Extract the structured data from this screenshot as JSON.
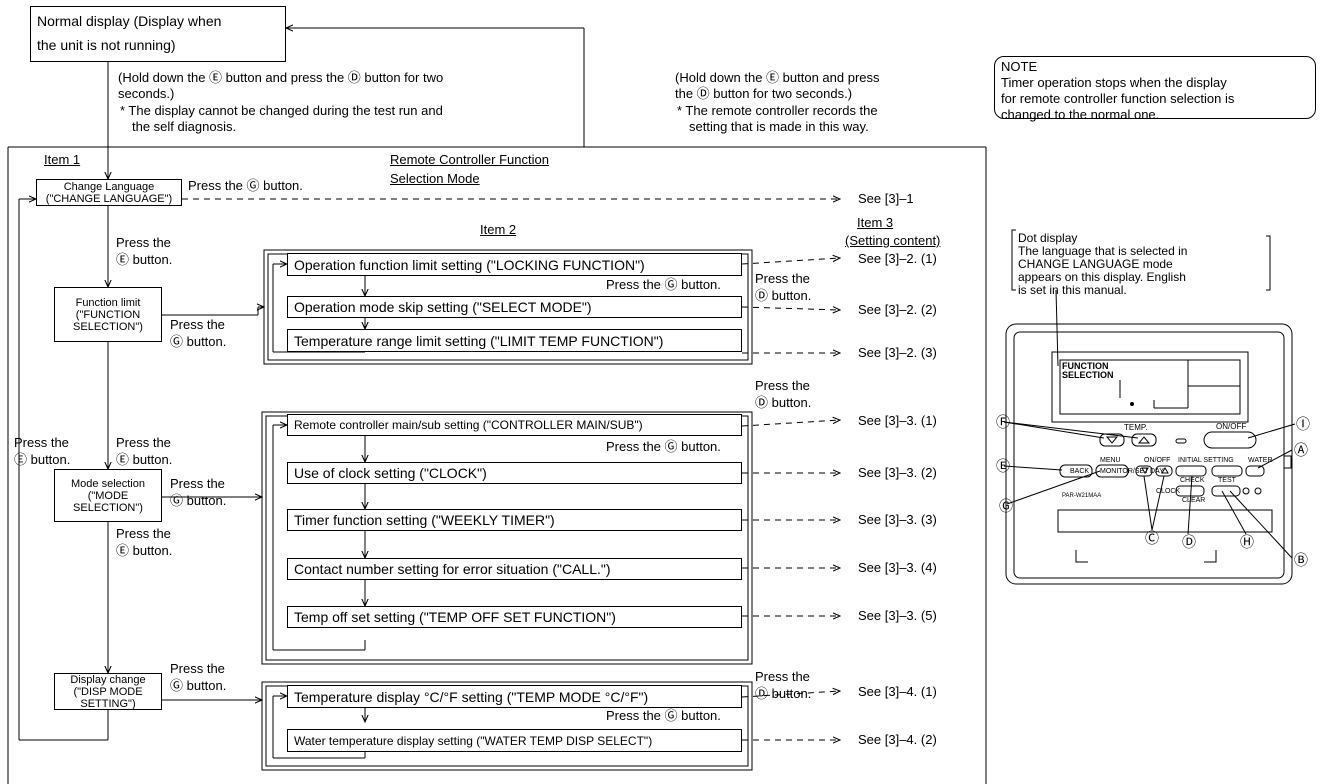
{
  "top": {
    "normal_display": "Normal display (Display when\nthe unit is not running)",
    "hold_left_1": "(Hold down the Ⓔ button and press the Ⓓ button for two",
    "hold_left_2": "seconds.)",
    "note_left_1": "*  The display cannot be changed during the test run and",
    "note_left_2": "the self diagnosis.",
    "hold_right_1": "(Hold down the Ⓔ button and press",
    "hold_right_2": "the Ⓓ button for two seconds.)",
    "note_right_1": "*  The remote controller records the",
    "note_right_2": "setting that is made in this way."
  },
  "note_box": {
    "title": "NOTE",
    "text": "Timer operation stops when the display\nfor remote controller function selection is\nchanged to the normal one."
  },
  "headers": {
    "item1": "Item 1",
    "mode_title_1": "Remote Controller Function",
    "mode_title_2": "Selection Mode",
    "item2": "Item 2",
    "item3_1": "Item 3",
    "item3_2": "(Setting content)"
  },
  "item1_nodes": {
    "change_language": "Change Language\n(\"CHANGE LANGUAGE\")",
    "function_limit": "Function  limit\n(\"FUNCTION\nSELECTION\")",
    "mode_selection": "Mode selection\n(\"MODE\nSELECTION\")",
    "display_change": "Display change\n(\"DISP MODE\nSETTING\")"
  },
  "press_labels": {
    "press_g_cl": "Press the Ⓖ button.",
    "press_e_1": "Press the\nⒺ button.",
    "press_g_fl": "Press the\nⒼ button.",
    "press_e_left": "Press the\nⒺ button.",
    "press_e_2": "Press the\nⒺ button.",
    "press_g_ms": "Press the\nⒼ button.",
    "press_e_3": "Press the\nⒺ button.",
    "press_g_dc": "Press the\nⒼ button.",
    "press_g_in1": "Press the Ⓖ button.",
    "press_g_in2": "Press the Ⓖ button.",
    "press_g_in3": "Press the Ⓖ button.",
    "press_d_1": "Press the\nⒹ button.",
    "press_d_2": "Press the\nⒹ button.",
    "press_d_3": "Press the\nⒹ button."
  },
  "group1": [
    {
      "label": "Operation function limit setting (\"LOCKING FUNCTION\")",
      "see": "See [3]–2. (1)"
    },
    {
      "label": "Operation mode skip setting (\"SELECT MODE\")",
      "see": "See [3]–2. (2)"
    },
    {
      "label": "Temperature range limit setting (\"LIMIT TEMP FUNCTION\")",
      "see": "See [3]–2. (3)"
    }
  ],
  "group2": [
    {
      "label": "Remote controller main/sub setting (\"CONTROLLER MAIN/SUB\")",
      "see": "See [3]–3. (1)"
    },
    {
      "label": "Use of clock setting (\"CLOCK\")",
      "see": "See [3]–3. (2)"
    },
    {
      "label": "Timer function setting (\"WEEKLY TIMER\")",
      "see": "See [3]–3. (3)"
    },
    {
      "label": "Contact number setting for error situation (\"CALL.\")",
      "see": "See [3]–3. (4)"
    },
    {
      "label": "Temp off set setting (\"TEMP OFF SET FUNCTION\")",
      "see": "See [3]–3. (5)"
    }
  ],
  "group3": [
    {
      "label": "Temperature display °C/°F setting (\"TEMP MODE °C/°F\")",
      "see": "See [3]–4. (1)"
    },
    {
      "label": "Water temperature display setting (\"WATER TEMP DISP SELECT\")",
      "see": "See [3]–4. (2)"
    }
  ],
  "see_language": "See [3]–1",
  "dot_display": {
    "title": "Dot display",
    "text": "The language that is selected in\nCHANGE LANGUAGE mode\nappears on this display. English\nis set in this manual."
  },
  "remote": {
    "lcd_text_1": "FUNCTION",
    "lcd_text_2": "SELECTION",
    "temp_label": "TEMP.",
    "onoff_label": "ON/OFF",
    "menu": "MENU",
    "back": "BACK",
    "monitor_set": "MONITOR/SET",
    "onoff2": "ON/OFF",
    "day": "DAY",
    "initial_setting": "INITIAL SETTING",
    "check": "CHECK",
    "clear": "CLEAR",
    "test": "TEST",
    "water": "WATER",
    "clock": "CLOCK",
    "model": "PAR-W21MAA",
    "callouts": {
      "a": "Ⓐ",
      "b": "Ⓑ",
      "c": "Ⓒ",
      "d": "Ⓓ",
      "e": "Ⓔ",
      "f": "Ⓕ",
      "g": "Ⓖ",
      "h": "Ⓗ",
      "i": "Ⓘ"
    }
  }
}
